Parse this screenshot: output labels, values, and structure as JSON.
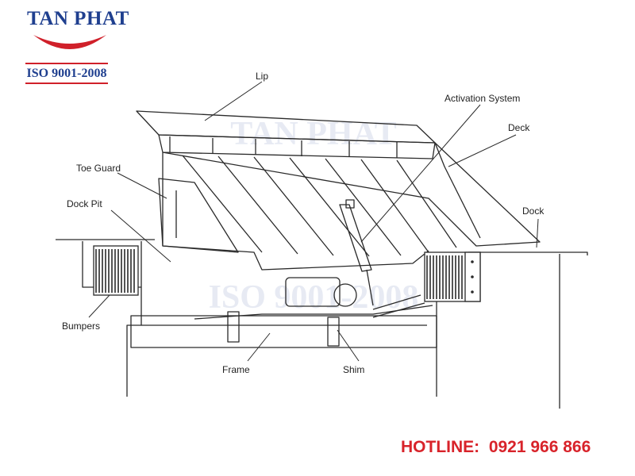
{
  "brand": {
    "name": "TAN PHAT",
    "certification": "ISO 9001-2008",
    "watermark_name": "TAN PHAT",
    "watermark_iso": "ISO 9001-2008",
    "colors": {
      "blue": "#1f3f8f",
      "red": "#d0202a"
    }
  },
  "labels": {
    "lip": "Lip",
    "activation_system": "Activation System",
    "deck": "Deck",
    "toe_guard": "Toe Guard",
    "dock_pit": "Dock Pit",
    "dock": "Dock",
    "bumpers": "Bumpers",
    "frame": "Frame",
    "shim": "Shim"
  },
  "hotline": "HOTLINE:  0921 966 866"
}
